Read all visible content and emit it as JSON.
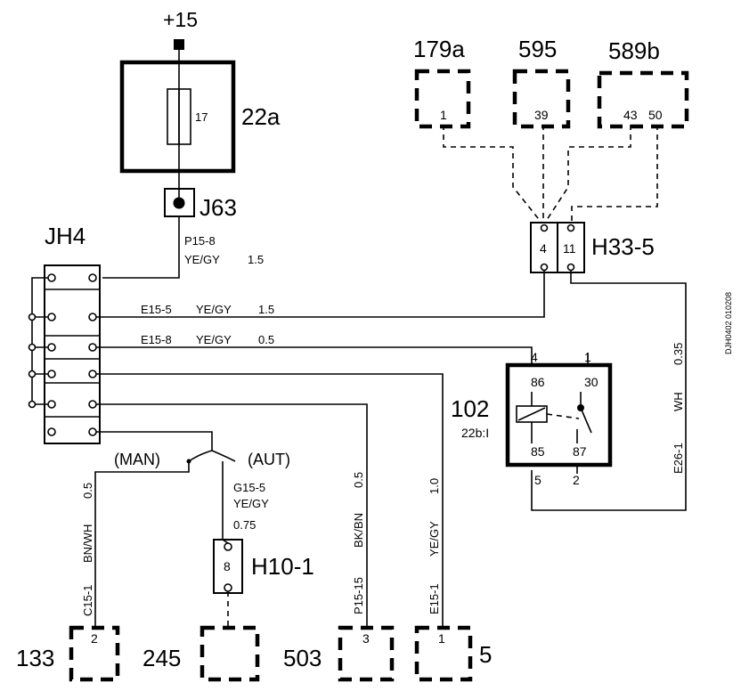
{
  "supply": {
    "label": "+15"
  },
  "fuse_box": {
    "id": "22a",
    "fuse_number": "17"
  },
  "connector_j63": {
    "id": "J63"
  },
  "junction_jh4": {
    "id": "JH4"
  },
  "wire_p15_8": {
    "code": "P15-8",
    "color": "YE/GY",
    "size": "1.5"
  },
  "wire_e15_5": {
    "code": "E15-5",
    "color": "YE/GY",
    "size": "1.5"
  },
  "wire_e15_8": {
    "code": "E15-8",
    "color": "YE/GY",
    "size": "0.5"
  },
  "switch": {
    "man_label": "(MAN)",
    "aut_label": "(AUT)"
  },
  "wire_g15_5": {
    "code": "G15-5",
    "color": "YE/GY",
    "size": "0.75"
  },
  "wire_c15_1": {
    "code": "C15-1",
    "color": "BN/WH",
    "size": "0.5"
  },
  "wire_p15_15": {
    "code": "P15-15",
    "color": "BK/BN",
    "size": "0.5"
  },
  "wire_e15_1": {
    "code": "E15-1",
    "color": "YE/GY",
    "size": "1.0"
  },
  "wire_e26_1": {
    "code": "E26-1",
    "color": "WH",
    "size": "0.35"
  },
  "connector_h10_1": {
    "id": "H10-1",
    "pin": "8"
  },
  "connector_h33_5": {
    "id": "H33-5",
    "pin_left": "4",
    "pin_right": "11"
  },
  "relay_102": {
    "id": "102",
    "sub_id": "22b:I",
    "pin_top_left": "4",
    "pin_top_right": "1",
    "term_86": "86",
    "term_30": "30",
    "term_85": "85",
    "term_87": "87",
    "pin_bottom_left": "5",
    "pin_bottom_right": "2"
  },
  "components_top": [
    {
      "id": "179a",
      "pin": "1"
    },
    {
      "id": "595",
      "pin": "39"
    },
    {
      "id": "589b",
      "pin_a": "43",
      "pin_b": "50"
    }
  ],
  "components_bottom": [
    {
      "id": "133",
      "pin": "2"
    },
    {
      "id": "245",
      "pin": ""
    },
    {
      "id": "503",
      "pin": "3"
    },
    {
      "id": "",
      "pin": "1",
      "side_label": "5"
    }
  ],
  "doc_ref": "DJH0402 010208"
}
